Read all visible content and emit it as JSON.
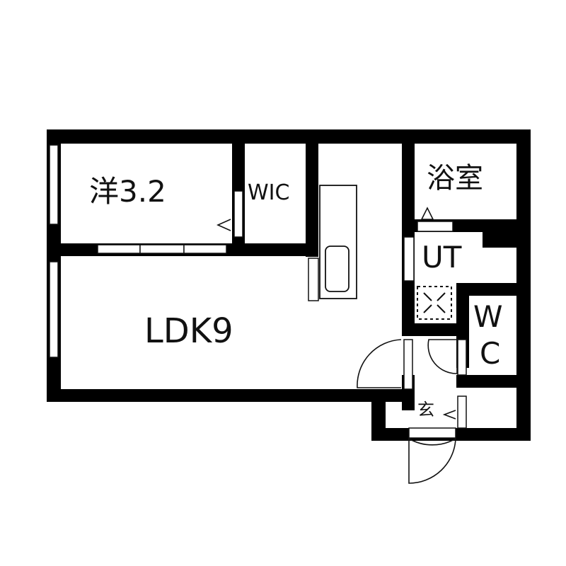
{
  "floor_plan": {
    "rooms": [
      {
        "id": "western",
        "label": "洋3.2",
        "type": "western-room"
      },
      {
        "id": "wic",
        "label": "WIC",
        "type": "walk-in-closet"
      },
      {
        "id": "bath",
        "label": "浴室",
        "type": "bathroom"
      },
      {
        "id": "ut",
        "label": "UT",
        "type": "utility"
      },
      {
        "id": "ldk",
        "label": "LDK9",
        "type": "living-dining-kitchen"
      },
      {
        "id": "wc_w",
        "label": "W",
        "type": "toilet"
      },
      {
        "id": "wc_c",
        "label": "C",
        "type": "toilet"
      },
      {
        "id": "entry",
        "label": "玄",
        "type": "entrance"
      }
    ],
    "colors": {
      "wall": "#000000",
      "background": "#ffffff",
      "line": "#111111"
    }
  }
}
